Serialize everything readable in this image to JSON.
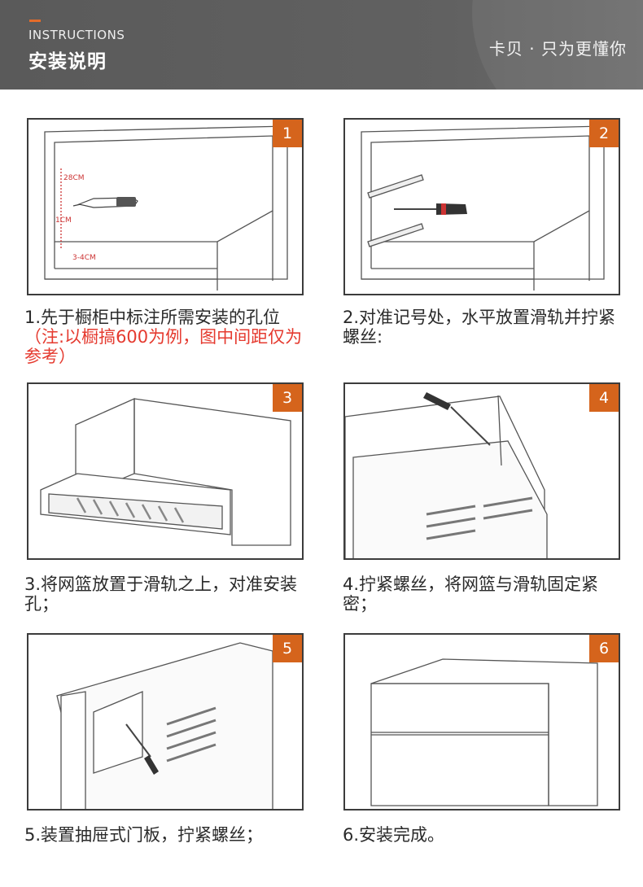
{
  "header": {
    "en_title": "INSTRUCTIONS",
    "zh_title": "安装说明",
    "slogan": "卡贝 · 只为更懂你"
  },
  "steps": [
    {
      "number": "1",
      "caption": "1.先于橱柜中标注所需安装的孔位",
      "note": "（注:以橱搞600为例，图中间距仅为参考）",
      "measurements": {
        "m1": "28CM",
        "m2": "1CM",
        "m3": "3-4CM"
      }
    },
    {
      "number": "2",
      "caption": "2.对准记号处，水平放置滑轨并拧紧螺丝:"
    },
    {
      "number": "3",
      "caption": "3.将网篮放置于滑轨之上，对准安装孔；"
    },
    {
      "number": "4",
      "caption": "4.拧紧螺丝，将网篮与滑轨固定紧密；"
    },
    {
      "number": "5",
      "caption": "5.装置抽屉式门板，拧紧螺丝；"
    },
    {
      "number": "6",
      "caption": "6.安装完成。"
    }
  ],
  "colors": {
    "header_bg": "#5e5e5e",
    "accent": "#d5641c",
    "note": "#e53a2f"
  }
}
